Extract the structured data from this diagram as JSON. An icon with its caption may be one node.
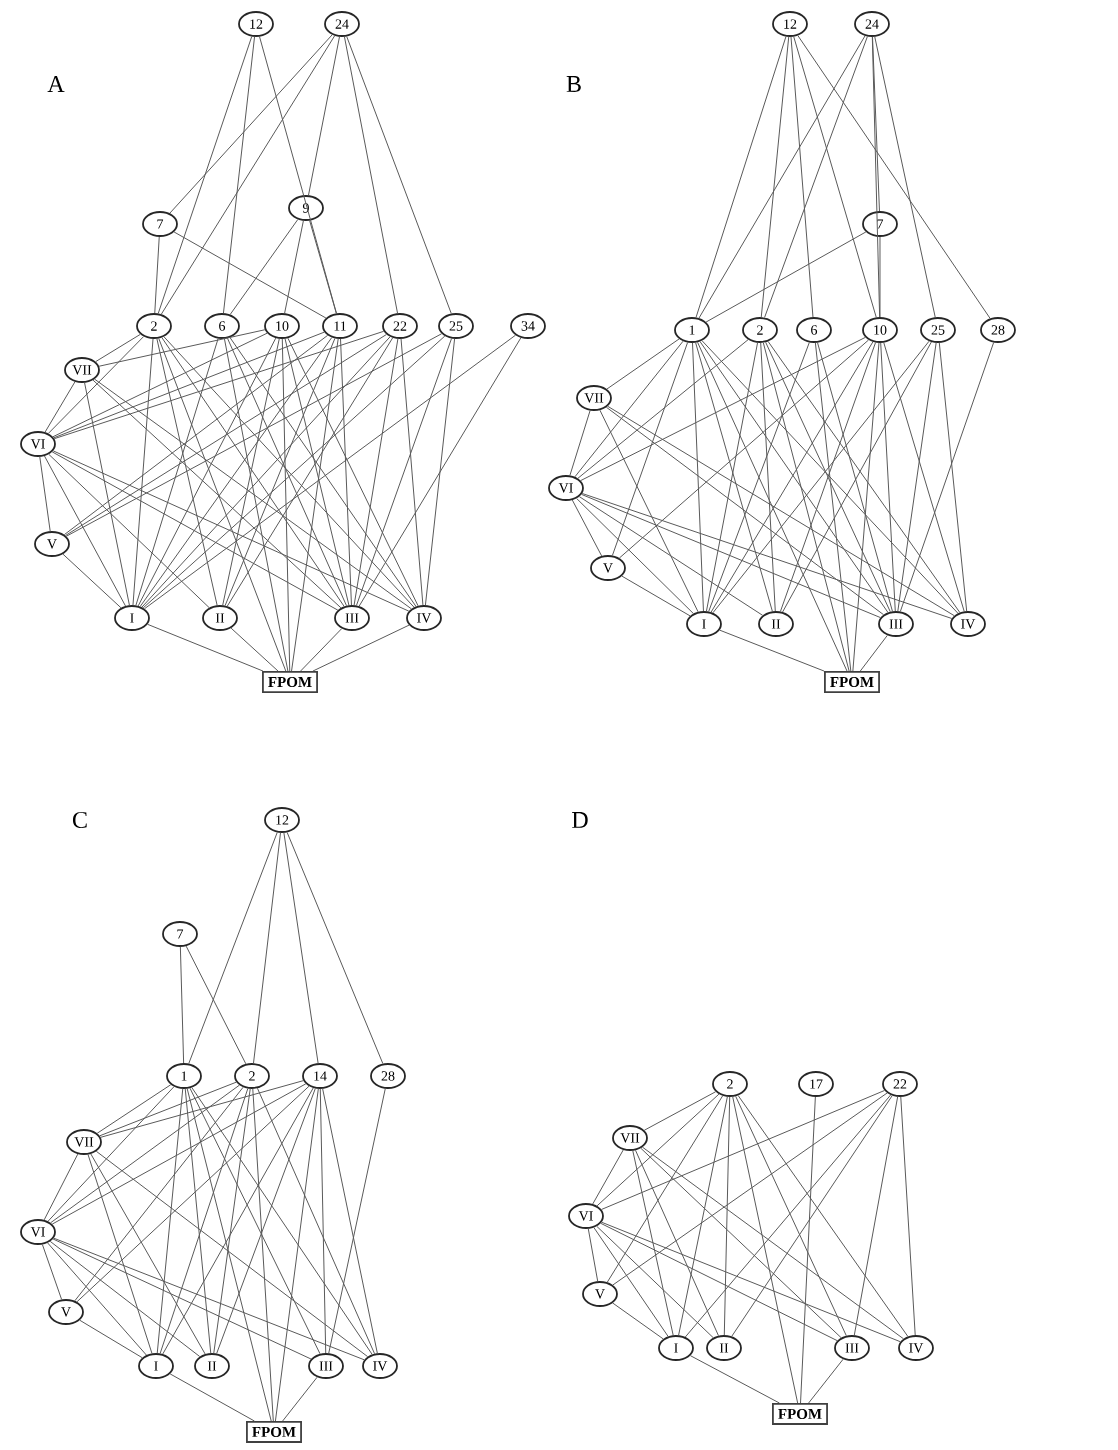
{
  "diagram": {
    "nodes": [
      {
        "text": [
          "12"
        ]
      },
      {
        "text": [
          "24"
        ]
      },
      {
        "text": [
          "7"
        ]
      },
      {
        "text": [
          "9"
        ]
      },
      {
        "text": [
          "2"
        ]
      },
      {
        "text": [
          "6"
        ]
      },
      {
        "text": [
          "10"
        ]
      },
      {
        "text": [
          "11"
        ]
      },
      {
        "text": [
          "22"
        ]
      },
      {
        "text": [
          "25"
        ]
      },
      {
        "text": [
          "34"
        ]
      },
      {
        "text": [
          "VII"
        ]
      },
      {
        "text": [
          "VI"
        ]
      },
      {
        "text": [
          "V"
        ]
      },
      {
        "text": [
          "I"
        ]
      },
      {
        "text": [
          "II"
        ]
      },
      {
        "text": [
          "III"
        ]
      },
      {
        "text": [
          "IV"
        ]
      },
      {
        "text": [
          "FPOM"
        ]
      },
      {
        "text": [
          "12"
        ]
      },
      {
        "text": [
          "24"
        ]
      },
      {
        "text": [
          "7"
        ]
      },
      {
        "text": [
          "1"
        ]
      },
      {
        "text": [
          "2"
        ]
      },
      {
        "text": [
          "6"
        ]
      },
      {
        "text": [
          "10"
        ]
      },
      {
        "text": [
          "25"
        ]
      },
      {
        "text": [
          "28"
        ]
      },
      {
        "text": [
          "VII"
        ]
      },
      {
        "text": [
          "VI"
        ]
      },
      {
        "text": [
          "V"
        ]
      },
      {
        "text": [
          "I"
        ]
      },
      {
        "text": [
          "II"
        ]
      },
      {
        "text": [
          "III"
        ]
      },
      {
        "text": [
          "IV"
        ]
      },
      {
        "text": [
          "FPOM"
        ]
      },
      {
        "text": [
          "12"
        ]
      },
      {
        "text": [
          "7"
        ]
      },
      {
        "text": [
          "1"
        ]
      },
      {
        "text": [
          "2"
        ]
      },
      {
        "text": [
          "14"
        ]
      },
      {
        "text": [
          "28"
        ]
      },
      {
        "text": [
          "VII"
        ]
      },
      {
        "text": [
          "VI"
        ]
      },
      {
        "text": [
          "V"
        ]
      },
      {
        "text": [
          "I"
        ]
      },
      {
        "text": [
          "II"
        ]
      },
      {
        "text": [
          "III"
        ]
      },
      {
        "text": [
          "IV"
        ]
      },
      {
        "text": [
          "FPOM"
        ]
      },
      {
        "text": [
          "2"
        ]
      },
      {
        "text": [
          "17"
        ]
      },
      {
        "text": [
          "22"
        ]
      },
      {
        "text": [
          "VII"
        ]
      },
      {
        "text": [
          "VI"
        ]
      },
      {
        "text": [
          "V"
        ]
      },
      {
        "text": [
          "I"
        ]
      },
      {
        "text": [
          "II"
        ]
      },
      {
        "text": [
          "III"
        ]
      },
      {
        "text": [
          "IV"
        ]
      },
      {
        "text": [
          "FPOM"
        ]
      }
    ],
    "edges": [
      {
        "from": 0,
        "to": 4,
        "arrow": "none"
      },
      {
        "from": 0,
        "to": 5,
        "arrow": "none"
      },
      {
        "from": 0,
        "to": 7,
        "arrow": "none"
      },
      {
        "from": 1,
        "to": 2,
        "arrow": "none"
      },
      {
        "from": 1,
        "to": 4,
        "arrow": "none"
      },
      {
        "from": 1,
        "to": 3,
        "arrow": "none"
      },
      {
        "from": 1,
        "to": 8,
        "arrow": "none"
      },
      {
        "from": 1,
        "to": 9,
        "arrow": "none"
      },
      {
        "from": 2,
        "to": 4,
        "arrow": "none"
      },
      {
        "from": 2,
        "to": 7,
        "arrow": "none"
      },
      {
        "from": 3,
        "to": 5,
        "arrow": "none"
      },
      {
        "from": 3,
        "to": 6,
        "arrow": "none"
      },
      {
        "from": 3,
        "to": 7,
        "arrow": "none"
      },
      {
        "from": 4,
        "to": 11,
        "arrow": "none"
      },
      {
        "from": 4,
        "to": 12,
        "arrow": "none"
      },
      {
        "from": 4,
        "to": 14,
        "arrow": "none"
      },
      {
        "from": 4,
        "to": 15,
        "arrow": "none"
      },
      {
        "from": 4,
        "to": 16,
        "arrow": "none"
      },
      {
        "from": 4,
        "to": 17,
        "arrow": "none"
      },
      {
        "from": 4,
        "to": 18,
        "arrow": "none"
      },
      {
        "from": 5,
        "to": 14,
        "arrow": "none"
      },
      {
        "from": 5,
        "to": 16,
        "arrow": "none"
      },
      {
        "from": 5,
        "to": 17,
        "arrow": "none"
      },
      {
        "from": 5,
        "to": 18,
        "arrow": "none"
      },
      {
        "from": 6,
        "to": 11,
        "arrow": "none"
      },
      {
        "from": 6,
        "to": 12,
        "arrow": "none"
      },
      {
        "from": 6,
        "to": 14,
        "arrow": "none"
      },
      {
        "from": 6,
        "to": 15,
        "arrow": "none"
      },
      {
        "from": 6,
        "to": 16,
        "arrow": "none"
      },
      {
        "from": 6,
        "to": 17,
        "arrow": "none"
      },
      {
        "from": 6,
        "to": 18,
        "arrow": "none"
      },
      {
        "from": 7,
        "to": 12,
        "arrow": "none"
      },
      {
        "from": 7,
        "to": 13,
        "arrow": "none"
      },
      {
        "from": 7,
        "to": 14,
        "arrow": "none"
      },
      {
        "from": 7,
        "to": 15,
        "arrow": "none"
      },
      {
        "from": 7,
        "to": 16,
        "arrow": "none"
      },
      {
        "from": 7,
        "to": 18,
        "arrow": "none"
      },
      {
        "from": 8,
        "to": 12,
        "arrow": "none"
      },
      {
        "from": 8,
        "to": 13,
        "arrow": "none"
      },
      {
        "from": 8,
        "to": 14,
        "arrow": "none"
      },
      {
        "from": 8,
        "to": 15,
        "arrow": "none"
      },
      {
        "from": 8,
        "to": 16,
        "arrow": "none"
      },
      {
        "from": 8,
        "to": 17,
        "arrow": "none"
      },
      {
        "from": 9,
        "to": 13,
        "arrow": "none"
      },
      {
        "from": 9,
        "to": 14,
        "arrow": "none"
      },
      {
        "from": 9,
        "to": 16,
        "arrow": "none"
      },
      {
        "from": 9,
        "to": 17,
        "arrow": "none"
      },
      {
        "from": 10,
        "to": 14,
        "arrow": "none"
      },
      {
        "from": 10,
        "to": 16,
        "arrow": "none"
      },
      {
        "from": 11,
        "to": 12,
        "arrow": "none"
      },
      {
        "from": 11,
        "to": 14,
        "arrow": "none"
      },
      {
        "from": 11,
        "to": 16,
        "arrow": "none"
      },
      {
        "from": 11,
        "to": 17,
        "arrow": "none"
      },
      {
        "from": 12,
        "to": 13,
        "arrow": "none"
      },
      {
        "from": 12,
        "to": 14,
        "arrow": "none"
      },
      {
        "from": 12,
        "to": 15,
        "arrow": "none"
      },
      {
        "from": 12,
        "to": 16,
        "arrow": "none"
      },
      {
        "from": 12,
        "to": 17,
        "arrow": "none"
      },
      {
        "from": 13,
        "to": 14,
        "arrow": "none"
      },
      {
        "from": 14,
        "to": 18,
        "arrow": "none"
      },
      {
        "from": 15,
        "to": 18,
        "arrow": "none"
      },
      {
        "from": 16,
        "to": 18,
        "arrow": "none"
      },
      {
        "from": 17,
        "to": 18,
        "arrow": "none"
      },
      {
        "from": 19,
        "to": 22,
        "arrow": "none"
      },
      {
        "from": 19,
        "to": 23,
        "arrow": "none"
      },
      {
        "from": 19,
        "to": 24,
        "arrow": "none"
      },
      {
        "from": 19,
        "to": 25,
        "arrow": "none"
      },
      {
        "from": 19,
        "to": 27,
        "arrow": "none"
      },
      {
        "from": 20,
        "to": 22,
        "arrow": "none"
      },
      {
        "from": 20,
        "to": 23,
        "arrow": "none"
      },
      {
        "from": 20,
        "to": 21,
        "arrow": "none"
      },
      {
        "from": 20,
        "to": 25,
        "arrow": "none"
      },
      {
        "from": 20,
        "to": 26,
        "arrow": "none"
      },
      {
        "from": 21,
        "to": 22,
        "arrow": "none"
      },
      {
        "from": 21,
        "to": 25,
        "arrow": "none"
      },
      {
        "from": 22,
        "to": 28,
        "arrow": "none"
      },
      {
        "from": 22,
        "to": 29,
        "arrow": "none"
      },
      {
        "from": 22,
        "to": 30,
        "arrow": "none"
      },
      {
        "from": 22,
        "to": 31,
        "arrow": "none"
      },
      {
        "from": 22,
        "to": 32,
        "arrow": "none"
      },
      {
        "from": 22,
        "to": 33,
        "arrow": "none"
      },
      {
        "from": 22,
        "to": 34,
        "arrow": "none"
      },
      {
        "from": 22,
        "to": 35,
        "arrow": "none"
      },
      {
        "from": 23,
        "to": 29,
        "arrow": "none"
      },
      {
        "from": 23,
        "to": 31,
        "arrow": "none"
      },
      {
        "from": 23,
        "to": 32,
        "arrow": "none"
      },
      {
        "from": 23,
        "to": 33,
        "arrow": "none"
      },
      {
        "from": 23,
        "to": 34,
        "arrow": "none"
      },
      {
        "from": 23,
        "to": 35,
        "arrow": "none"
      },
      {
        "from": 24,
        "to": 31,
        "arrow": "none"
      },
      {
        "from": 24,
        "to": 33,
        "arrow": "none"
      },
      {
        "from": 24,
        "to": 35,
        "arrow": "none"
      },
      {
        "from": 25,
        "to": 29,
        "arrow": "none"
      },
      {
        "from": 25,
        "to": 30,
        "arrow": "none"
      },
      {
        "from": 25,
        "to": 31,
        "arrow": "none"
      },
      {
        "from": 25,
        "to": 32,
        "arrow": "none"
      },
      {
        "from": 25,
        "to": 33,
        "arrow": "none"
      },
      {
        "from": 25,
        "to": 34,
        "arrow": "none"
      },
      {
        "from": 25,
        "to": 35,
        "arrow": "none"
      },
      {
        "from": 26,
        "to": 31,
        "arrow": "none"
      },
      {
        "from": 26,
        "to": 32,
        "arrow": "none"
      },
      {
        "from": 26,
        "to": 33,
        "arrow": "none"
      },
      {
        "from": 26,
        "to": 34,
        "arrow": "none"
      },
      {
        "from": 27,
        "to": 33,
        "arrow": "none"
      },
      {
        "from": 28,
        "to": 29,
        "arrow": "none"
      },
      {
        "from": 28,
        "to": 31,
        "arrow": "none"
      },
      {
        "from": 28,
        "to": 33,
        "arrow": "none"
      },
      {
        "from": 28,
        "to": 34,
        "arrow": "none"
      },
      {
        "from": 29,
        "to": 30,
        "arrow": "none"
      },
      {
        "from": 29,
        "to": 31,
        "arrow": "none"
      },
      {
        "from": 29,
        "to": 32,
        "arrow": "none"
      },
      {
        "from": 29,
        "to": 33,
        "arrow": "none"
      },
      {
        "from": 29,
        "to": 34,
        "arrow": "none"
      },
      {
        "from": 30,
        "to": 31,
        "arrow": "none"
      },
      {
        "from": 31,
        "to": 35,
        "arrow": "none"
      },
      {
        "from": 33,
        "to": 35,
        "arrow": "none"
      },
      {
        "from": 36,
        "to": 38,
        "arrow": "none"
      },
      {
        "from": 36,
        "to": 39,
        "arrow": "none"
      },
      {
        "from": 36,
        "to": 40,
        "arrow": "none"
      },
      {
        "from": 36,
        "to": 41,
        "arrow": "none"
      },
      {
        "from": 37,
        "to": 38,
        "arrow": "none"
      },
      {
        "from": 37,
        "to": 39,
        "arrow": "none"
      },
      {
        "from": 38,
        "to": 42,
        "arrow": "none"
      },
      {
        "from": 38,
        "to": 43,
        "arrow": "none"
      },
      {
        "from": 38,
        "to": 45,
        "arrow": "none"
      },
      {
        "from": 38,
        "to": 46,
        "arrow": "none"
      },
      {
        "from": 38,
        "to": 47,
        "arrow": "none"
      },
      {
        "from": 38,
        "to": 48,
        "arrow": "none"
      },
      {
        "from": 38,
        "to": 49,
        "arrow": "none"
      },
      {
        "from": 39,
        "to": 42,
        "arrow": "none"
      },
      {
        "from": 39,
        "to": 43,
        "arrow": "none"
      },
      {
        "from": 39,
        "to": 44,
        "arrow": "none"
      },
      {
        "from": 39,
        "to": 45,
        "arrow": "none"
      },
      {
        "from": 39,
        "to": 46,
        "arrow": "none"
      },
      {
        "from": 39,
        "to": 48,
        "arrow": "none"
      },
      {
        "from": 39,
        "to": 49,
        "arrow": "none"
      },
      {
        "from": 40,
        "to": 42,
        "arrow": "none"
      },
      {
        "from": 40,
        "to": 43,
        "arrow": "none"
      },
      {
        "from": 40,
        "to": 44,
        "arrow": "none"
      },
      {
        "from": 40,
        "to": 45,
        "arrow": "none"
      },
      {
        "from": 40,
        "to": 46,
        "arrow": "none"
      },
      {
        "from": 40,
        "to": 47,
        "arrow": "none"
      },
      {
        "from": 40,
        "to": 48,
        "arrow": "none"
      },
      {
        "from": 40,
        "to": 49,
        "arrow": "none"
      },
      {
        "from": 41,
        "to": 47,
        "arrow": "none"
      },
      {
        "from": 42,
        "to": 43,
        "arrow": "none"
      },
      {
        "from": 42,
        "to": 45,
        "arrow": "none"
      },
      {
        "from": 42,
        "to": 46,
        "arrow": "none"
      },
      {
        "from": 42,
        "to": 48,
        "arrow": "none"
      },
      {
        "from": 43,
        "to": 44,
        "arrow": "none"
      },
      {
        "from": 43,
        "to": 45,
        "arrow": "none"
      },
      {
        "from": 43,
        "to": 46,
        "arrow": "none"
      },
      {
        "from": 43,
        "to": 47,
        "arrow": "none"
      },
      {
        "from": 43,
        "to": 48,
        "arrow": "none"
      },
      {
        "from": 44,
        "to": 45,
        "arrow": "none"
      },
      {
        "from": 45,
        "to": 49,
        "arrow": "none"
      },
      {
        "from": 47,
        "to": 49,
        "arrow": "none"
      },
      {
        "from": 50,
        "to": 53,
        "arrow": "none"
      },
      {
        "from": 50,
        "to": 54,
        "arrow": "none"
      },
      {
        "from": 50,
        "to": 55,
        "arrow": "none"
      },
      {
        "from": 50,
        "to": 56,
        "arrow": "none"
      },
      {
        "from": 50,
        "to": 57,
        "arrow": "none"
      },
      {
        "from": 50,
        "to": 58,
        "arrow": "none"
      },
      {
        "from": 50,
        "to": 59,
        "arrow": "none"
      },
      {
        "from": 50,
        "to": 60,
        "arrow": "none"
      },
      {
        "from": 51,
        "to": 60,
        "arrow": "none"
      },
      {
        "from": 52,
        "to": 54,
        "arrow": "none"
      },
      {
        "from": 52,
        "to": 55,
        "arrow": "none"
      },
      {
        "from": 52,
        "to": 56,
        "arrow": "none"
      },
      {
        "from": 52,
        "to": 57,
        "arrow": "none"
      },
      {
        "from": 52,
        "to": 58,
        "arrow": "none"
      },
      {
        "from": 52,
        "to": 59,
        "arrow": "none"
      },
      {
        "from": 53,
        "to": 54,
        "arrow": "none"
      },
      {
        "from": 53,
        "to": 56,
        "arrow": "none"
      },
      {
        "from": 53,
        "to": 57,
        "arrow": "none"
      },
      {
        "from": 53,
        "to": 58,
        "arrow": "none"
      },
      {
        "from": 53,
        "to": 59,
        "arrow": "none"
      },
      {
        "from": 54,
        "to": 55,
        "arrow": "none"
      },
      {
        "from": 54,
        "to": 56,
        "arrow": "none"
      },
      {
        "from": 54,
        "to": 57,
        "arrow": "none"
      },
      {
        "from": 54,
        "to": 58,
        "arrow": "none"
      },
      {
        "from": 54,
        "to": 59,
        "arrow": "none"
      },
      {
        "from": 55,
        "to": 56,
        "arrow": "none"
      },
      {
        "from": 56,
        "to": 60,
        "arrow": "none"
      },
      {
        "from": 58,
        "to": 60,
        "arrow": "none"
      }
    ],
    "labels": [
      "A",
      "B",
      "C",
      "D"
    ]
  }
}
